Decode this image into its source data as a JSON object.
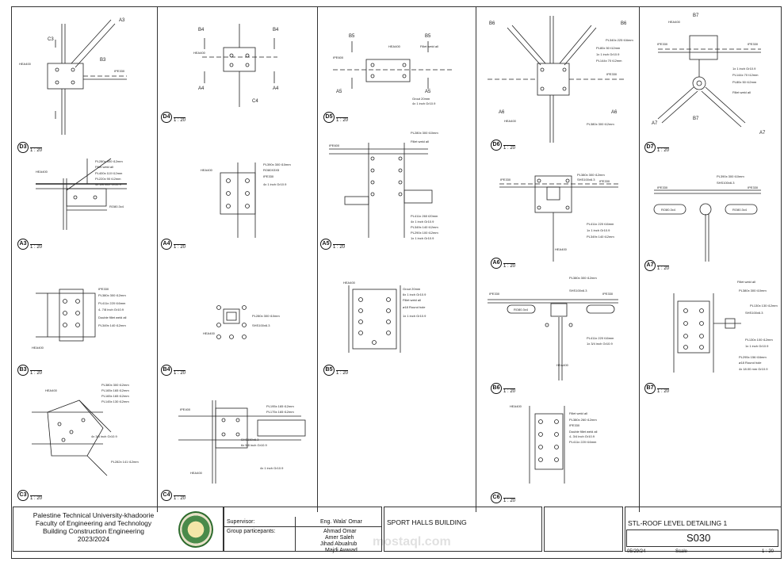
{
  "panels": [
    {
      "id": "col1",
      "details": [
        {
          "tag": "D3",
          "scale": "1 : 20"
        },
        {
          "tag": "A3",
          "scale": "1 : 20"
        },
        {
          "tag": "B3",
          "scale": "1 : 20"
        },
        {
          "tag": "C3",
          "scale": "1 : 20"
        }
      ]
    },
    {
      "id": "col2",
      "details": [
        {
          "tag": "D4",
          "scale": "1 : 20"
        },
        {
          "tag": "A4",
          "scale": "1 : 20"
        },
        {
          "tag": "B4",
          "scale": "1 : 20"
        },
        {
          "tag": "C4",
          "scale": "1 : 20"
        }
      ]
    },
    {
      "id": "col3",
      "details": [
        {
          "tag": "D5",
          "scale": "1 : 20"
        },
        {
          "tag": "A5",
          "scale": "1 : 20"
        },
        {
          "tag": "B5",
          "scale": "1 : 20"
        }
      ]
    },
    {
      "id": "col4",
      "details": [
        {
          "tag": "D6",
          "scale": "1 : 20"
        },
        {
          "tag": "A6",
          "scale": "1 : 20"
        },
        {
          "tag": "B6",
          "scale": "1 : 20"
        },
        {
          "tag": "C6",
          "scale": "1 : 20"
        }
      ]
    },
    {
      "id": "col5",
      "details": [
        {
          "tag": "D7",
          "scale": "1 : 20"
        },
        {
          "tag": "A7",
          "scale": "1 : 20"
        },
        {
          "tag": "B7",
          "scale": "1 : 20"
        }
      ]
    }
  ],
  "annotations": {
    "d3": [
      "HEA400",
      "IPE330",
      "C3",
      "B3",
      "A3"
    ],
    "a3": [
      "PL280x 300 t12mm",
      "Fillet weld all",
      "PL400x 110 t12mm",
      "PL220x 90 t12mm",
      "4x 5/8 inch Gr10.9",
      "RO80.3x4",
      "HEA400"
    ],
    "b3": [
      "IPE330",
      "PL380x 300 t12mm",
      "PL411x 220 t16mm",
      "4- 7/8 inch Gr10.9",
      "Double fillet weld all",
      "PL349x 140 t12mm",
      "HEA400"
    ],
    "c3": [
      "HEA400",
      "PL380x 300 t12mm",
      "PL165x 165 t12mm",
      "PL165x 165 t12mm",
      "PL145x 130 t12mm",
      "4x 3/4 inch Gr10.9",
      "PL282x 141 t12mm"
    ],
    "d4": [
      "B4",
      "B4",
      "HEA400",
      "A4",
      "A4",
      "C4"
    ],
    "a4": [
      "HEA400",
      "PL390x 300 t10mm",
      "RO80X3X5",
      "IPE330",
      "4x 1 inch Gr10.9"
    ],
    "b4": [
      "PL280x 300 t10mm",
      "SHS100x6.3",
      "HEA400"
    ],
    "c4": [
      "IPE400",
      "PL195x 165 t12mm",
      "PL175x 165 t12mm",
      "SHS150x6.3",
      "6x 5/8 inch Gr10.9",
      "4x 1 inch Gr10.9",
      "HEA400"
    ],
    "d5": [
      "HEA400",
      "Fillet weld all",
      "IPE600",
      "Grout 20mm",
      "4x 1 inch Gr10.9",
      "B5",
      "B5",
      "A5",
      "A5"
    ],
    "a5": [
      "PL280x 300 t10mm",
      "Fillet weld all",
      "IPE600",
      "PL411x 260 t20mm",
      "4x 1 inch Gr10.9",
      "PL349x 140 t12mm",
      "PL290x 100 t12mm",
      "1x 1 inch Gr10.9"
    ],
    "b5": [
      "HEA400",
      "Grout 20mm",
      "6x 1 inch Gr10.9",
      "Fillet weld all",
      "ø18 Round hole",
      "1x 1 inch Gr10.9"
    ],
    "d6": [
      "B6",
      "B6",
      "PL340x 225 t16mm",
      "PL80x 50 t12mm",
      "1x 1 inch Gr10.9",
      "PL144x 70 t12mm",
      "IPE330",
      "PL380x 300 t12mm",
      "A6",
      "A6",
      "HEA400"
    ],
    "a6": [
      "IPE330",
      "PL380x 300 t12mm",
      "SHS100x6.3",
      "IPE330",
      "PL411x 220 t16mm",
      "1x 1 inch Gr10.9",
      "PL349x 140 t12mm",
      "HEA400"
    ],
    "b6": [
      "IPE330",
      "PL380x 300 t12mm",
      "SHS100x6.3",
      "IPE330",
      "RO80.3x4",
      "PL411x 220 t16mm",
      "1x 3/4 inch Gr10.9",
      "HEA400"
    ],
    "c6": [
      "HEA400",
      "Fillet weld all",
      "PL380x 260 t12mm",
      "IPE330",
      "Double fillet weld all",
      "4- 3/4 inch Gr10.9",
      "PL411x 220 t16mm"
    ],
    "d7": [
      "HEA400",
      "B7",
      "IPE330",
      "IPE330",
      "1x 1 inch Gr10.9",
      "PL144x 70 t12mm",
      "PL80x 50 t12mm",
      "Fillet weld all",
      "A7",
      "A7",
      "B7"
    ],
    "a7": [
      "PL390x 300 t10mm",
      "SHS100x6.3",
      "IPE330",
      "IPE330",
      "RO80.3x4",
      "RO80.3x4"
    ],
    "b7": [
      "Fillet weld all",
      "PL380x 300 t10mm",
      "PL130x 130 t12mm",
      "SHS100x6.3",
      "PL130x 100 t12mm",
      "1x 1 inch Gr10.9",
      "PL295x 156 t16mm",
      "ø18 Round hole",
      "4x 18.00 mm Gr10.9"
    ]
  },
  "title_block": {
    "university": [
      "Palestine Technical University-khadoorie",
      "Faculty of Engineering and Technology",
      "Building Construction Engineering",
      "2023/2024"
    ],
    "supervisor_label": "Supervisor:",
    "supervisor": "Eng. Wala' Omar",
    "participants_label": "Group particepants:",
    "participants": [
      "Ahmad Omar",
      "Amer Saleh",
      "Jihad Abualrub",
      "Majdi Awwad"
    ],
    "project": "SPORT HALLS BUILDING",
    "sheet_title": "STL-ROOF LEVEL DETAILING 1",
    "sheet_no": "S030",
    "date": "05/29/24",
    "scale_label": "Scale",
    "scale": "1 : 20",
    "watermark": "mostaql.com"
  }
}
